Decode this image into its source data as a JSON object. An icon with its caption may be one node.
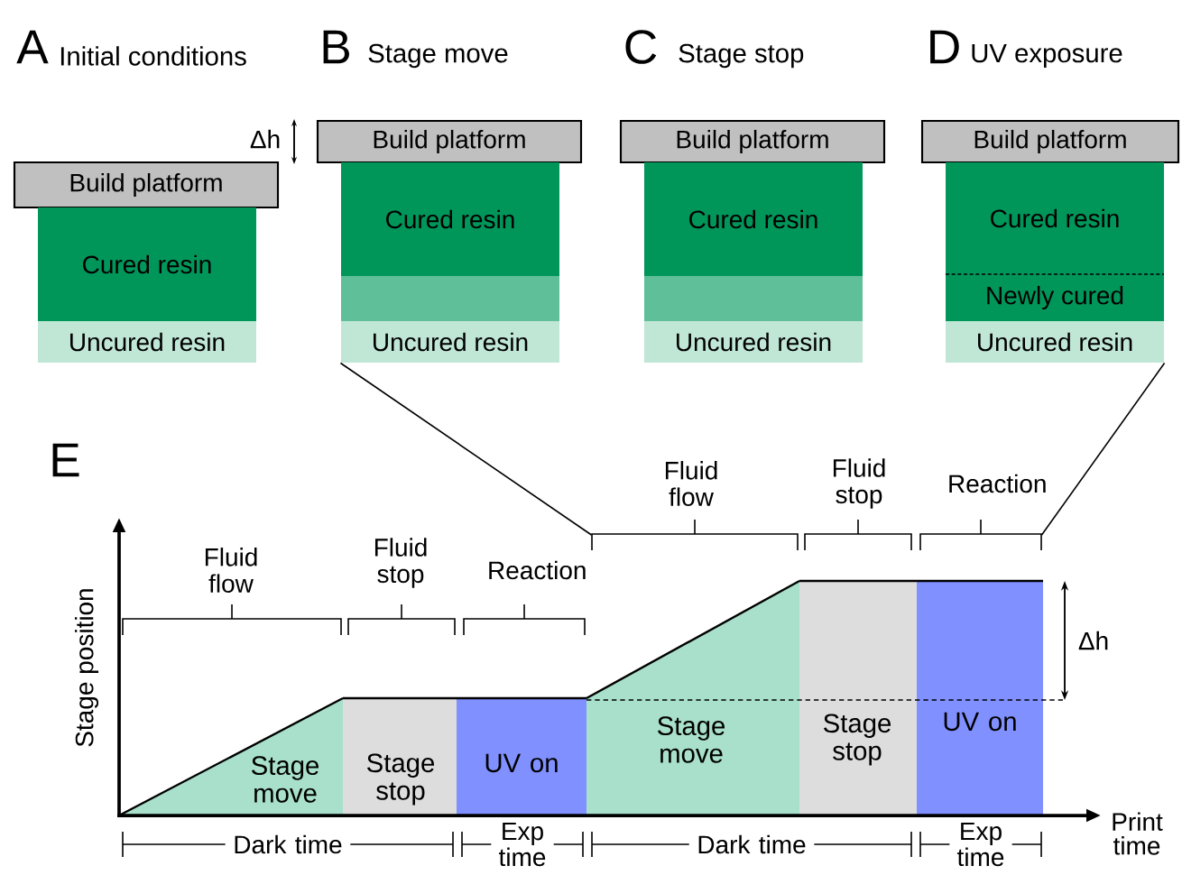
{
  "diagram": {
    "nodes": [
      {
        "text": [
          "Build platform"
        ]
      },
      {
        "text": [
          "Cured resin"
        ]
      },
      {
        "text": [
          "Uncured resin"
        ]
      },
      {
        "text": [
          "Build platform"
        ]
      },
      {
        "text": [
          "Cured resin"
        ]
      },
      {
        "text": [],
        "shape": "box"
      },
      {
        "text": [
          "Uncured resin"
        ]
      },
      {
        "text": [
          "Build platform"
        ]
      },
      {
        "text": [
          "Cured resin"
        ]
      },
      {
        "text": [],
        "shape": "box"
      },
      {
        "text": [
          "Uncured resin"
        ]
      },
      {
        "text": [
          "Build platform"
        ]
      },
      {
        "text": [
          "Cured resin"
        ]
      },
      {
        "text": [
          "Newly cured"
        ]
      },
      {
        "text": [
          "Uncured resin"
        ]
      },
      {
        "text": [
          "Stage move"
        ]
      },
      {
        "text": [
          "Stage stop"
        ]
      },
      {
        "text": [
          "UV on"
        ]
      },
      {
        "text": [
          "Stage move"
        ]
      },
      {
        "text": [
          "Stage stop"
        ]
      },
      {
        "text": [
          "UV on"
        ]
      },
      {
        "text": [],
        "shape": "bracket"
      },
      {
        "text": [],
        "shape": "bracket"
      }
    ],
    "edges": [
      {
        "from": 6,
        "to": 21,
        "arrow": "none"
      },
      {
        "from": 14,
        "to": 22,
        "arrow": "none"
      }
    ],
    "labels": [
      "A",
      "Initial conditions",
      "B",
      "Stage move",
      "C",
      "Stage stop",
      "D",
      "UV exposure",
      "Δh",
      "E",
      "Fluid flow",
      "Fluid stop",
      "Reaction",
      "Fluid flow",
      "Fluid stop",
      "Reaction",
      "Stage position",
      "Δh",
      "Print time",
      "Dark time",
      "Exp time",
      "Dark time",
      "Exp time"
    ]
  }
}
